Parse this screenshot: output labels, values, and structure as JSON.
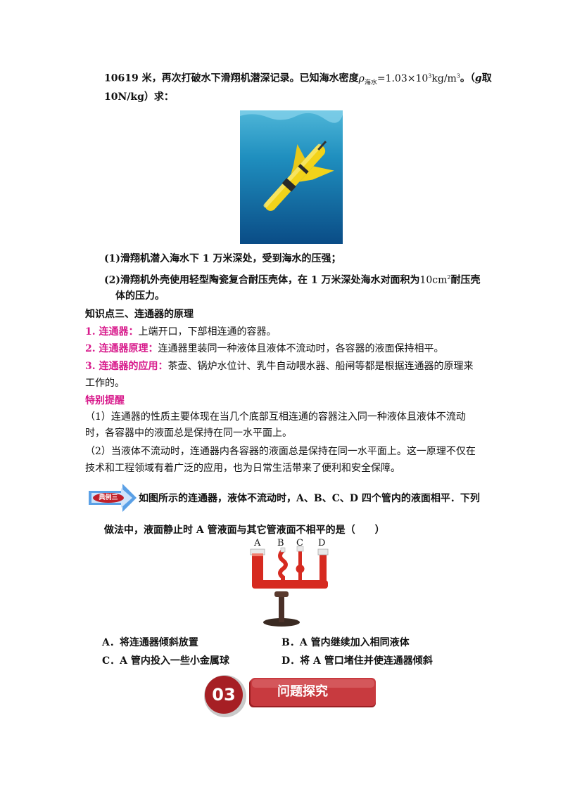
{
  "intro": {
    "line1_text": "10619 米，再次打破水下滑翔机潜深记录。已知海水密度",
    "density_symbol": "ρ",
    "density_sub": "海水",
    "density_value": "=1.03×10",
    "density_exp": "3",
    "density_unit": "kg/m",
    "density_unit_exp": "3",
    "line1_tail": "。（",
    "g_symbol": "g",
    "line1_end": "取",
    "line2": "10N/kg）求："
  },
  "questions": {
    "q1": "(1)滑翔机潜入海水下 1 万米深处，受到海水的压强；",
    "q2_part1": "(2)滑翔机外壳使用轻型陶瓷复合耐压壳体，在 1 万米深处海水对面积为",
    "q2_area": "10cm",
    "q2_area_exp": "2",
    "q2_part2": "耐压壳",
    "q2_line2": "体的压力。"
  },
  "section": {
    "heading": "知识点三、连通器的原理",
    "item1_label": "1. 连通器：",
    "item1_text": "上端开口，下部相连通的容器。",
    "item2_label": "2. 连通器原理：",
    "item2_text": "连通器里装同一种液体且液体不流动时，各容器的液面保持相平。",
    "item3_label": "3. 连通器的应用：",
    "item3_text_line1": "茶壶、锅炉水位计、乳牛自动喂水器、船闸等都是根据连通器的原理来",
    "item3_text_line2": "工作的。",
    "tip_heading": "特别提醒",
    "tip1_line1": "（1）连通器的性质主要体现在当几个底部互相连通的容器注入同一种液体且液体不流动",
    "tip1_line2": "时，各容器中的液面总是保持在同一水平面上。",
    "tip2_line1": "（2）当液体不流动时，连通器内各容器的液面总是保持在同一水平面上。这一原理不仅在",
    "tip2_line2": "技术和工程领域有着广泛的应用，也为日常生活带来了便利和安全保障。"
  },
  "example": {
    "tag": "典例三",
    "stem_line1": "如图所示的连通器，液体不流动时，A、B、C、D 四个管内的液面相平．下列",
    "stem_line2": "做法中，液面静止时 A 管液面与其它管液面不相平的是（　　）",
    "tube_labels": [
      "A",
      "B",
      "C",
      "D"
    ],
    "options": {
      "a": "A．将连通器倾斜放置",
      "b": "B．A 管内继续加入相同液体",
      "c": "C．A 管内投入一些小金属球",
      "d": "D．将 A 管口堵住并使连通器倾斜"
    }
  },
  "footer_badge": {
    "number": "03",
    "title": "问题探究"
  },
  "colors": {
    "magenta": "#d81b8c",
    "badge_red": "#c83a3f",
    "tag_blue": "#5aa0e6",
    "tag_red": "#c0202a",
    "liquid_red": "#d62a20"
  }
}
